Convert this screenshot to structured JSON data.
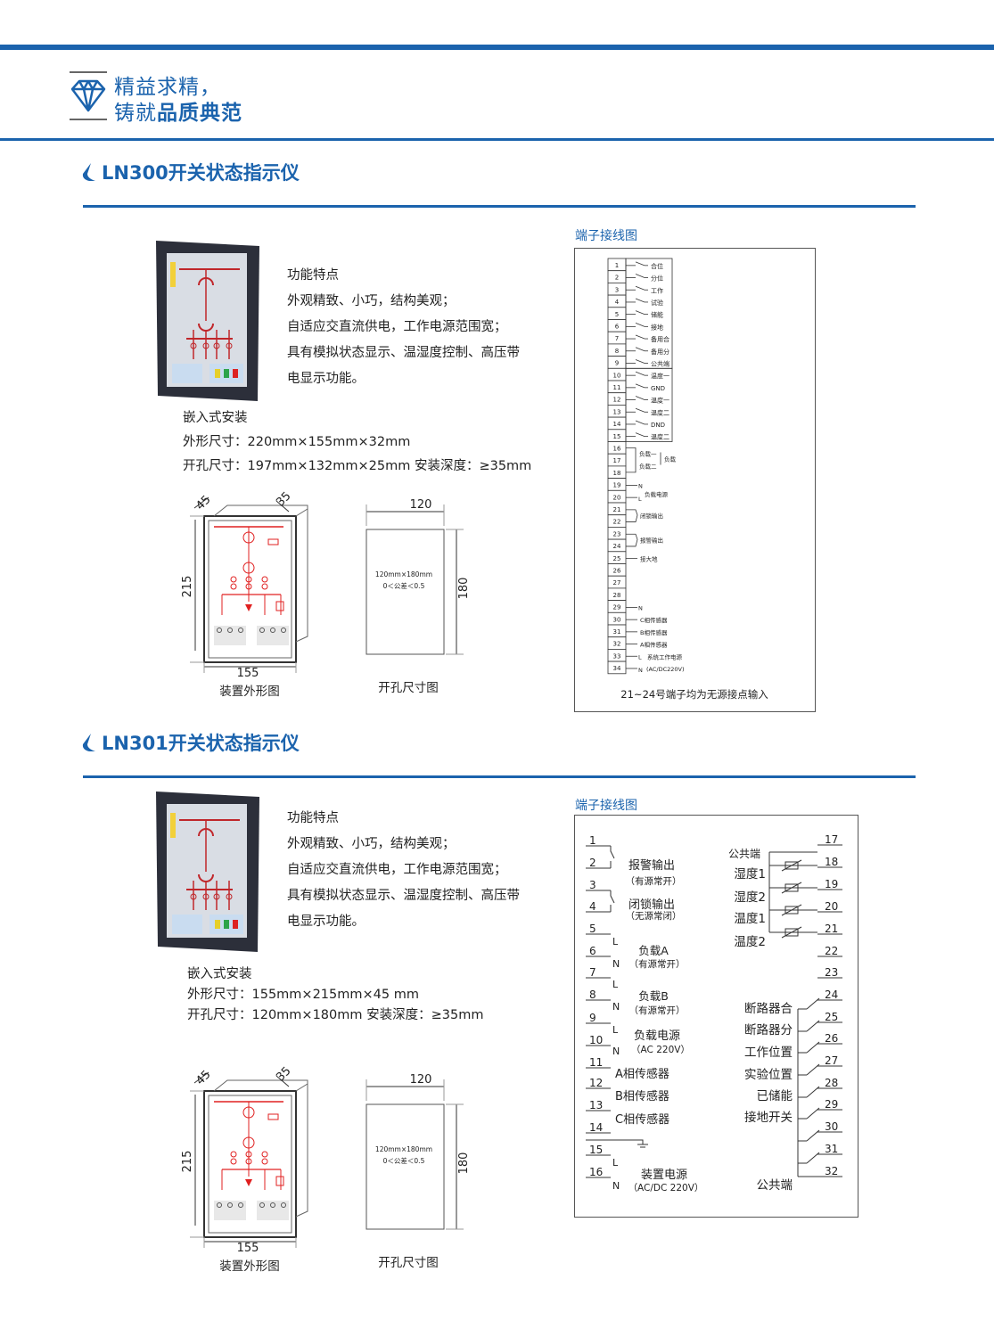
{
  "colors": {
    "brand": "#1b63ad",
    "accent_red": "#e02020"
  },
  "header": {
    "slogan_line1": "精益求精，",
    "slogan_line2_regular": "铸就",
    "slogan_line2_bold": "品质典范",
    "logo_icon": "diamond-icon"
  },
  "ln300": {
    "title": "LN300开关状态指示仪",
    "features": [
      "功能特点",
      "外观精致、小巧，结构美观；",
      "自适应交直流供电，工作电源范围宽；",
      "具有模拟状态显示、温湿度控制、高压带",
      "电显示功能。"
    ],
    "install": [
      "嵌入式安装",
      "外形尺寸：220mm×155mm×32mm",
      "开孔尺寸：197mm×132mm×25mm  安装深度：≥35mm"
    ],
    "outline": {
      "depth_front": "45",
      "depth_back": "35",
      "height": "215",
      "width": "155",
      "caption": "装置外形图"
    },
    "cutout": {
      "width": "120",
      "height": "180",
      "size_text": "120mm×180mm",
      "tolerance": "0＜公差＜0.5",
      "caption": "开孔尺寸图"
    },
    "wiring": {
      "title": "端子接线图",
      "note": "21~24号端子均为无源接点输入",
      "terminals": [
        "1",
        "2",
        "3",
        "4",
        "5",
        "6",
        "7",
        "8",
        "9",
        "10",
        "11",
        "12",
        "13",
        "14",
        "15",
        "16",
        "17",
        "18",
        "19",
        "20",
        "21",
        "22",
        "23",
        "24",
        "25",
        "26",
        "27",
        "28",
        "29",
        "30",
        "31",
        "32",
        "33",
        "34"
      ],
      "switch_labels": [
        "合位",
        "分位",
        "工作",
        "试验",
        "储能",
        "接地",
        "备用合",
        "备用分",
        "公共端",
        "温度一",
        "GND",
        "温度一",
        "温度二",
        "DND",
        "温度二"
      ],
      "load_labels": [
        "负载一",
        "负载二"
      ],
      "load_side": "负载",
      "l19": "N",
      "l20": "L",
      "l20_text": "负载电源",
      "lock_out": "闭锁输出",
      "alarm_out": "报警输出",
      "earth": "接大地",
      "l29": "N",
      "l30": "C相传感器",
      "l31": "B相传感器",
      "l32": "A相传感器",
      "l33": "L",
      "l33_text": "系统工作电源",
      "l34": "N",
      "l34_text": "(AC/DC220V)"
    }
  },
  "ln301": {
    "title": "LN301开关状态指示仪",
    "features": [
      "功能特点",
      "外观精致、小巧，结构美观；",
      "自适应交直流供电，工作电源范围宽；",
      "具有模拟状态显示、温湿度控制、高压带",
      "电显示功能。"
    ],
    "install": [
      "嵌入式安装",
      "外形尺寸：155mm×215mm×45 mm",
      "开孔尺寸：120mm×180mm      安装深度：≥35mm"
    ],
    "outline": {
      "depth_front": "45",
      "depth_back": "35",
      "height": "215",
      "width": "155",
      "caption": "装置外形图"
    },
    "cutout": {
      "width": "120",
      "height": "180",
      "size_text": "120mm×180mm",
      "tolerance": "0＜公差＜0.5",
      "caption": "开孔尺寸图"
    },
    "wiring": {
      "title": "端子接线图",
      "left_terminals": [
        "1",
        "2",
        "3",
        "4",
        "5",
        "6",
        "7",
        "8",
        "9",
        "10",
        "11",
        "12",
        "13",
        "14",
        "15",
        "16"
      ],
      "right_terminals": [
        "17",
        "18",
        "19",
        "20",
        "21",
        "22",
        "23",
        "24",
        "25",
        "26",
        "27",
        "28",
        "29",
        "30",
        "31",
        "32"
      ],
      "left_labels": [
        "报警输出",
        "（有源常开）",
        "闭锁输出",
        "（无源常闭）",
        "L",
        "N",
        "负载A",
        "（有源常开）",
        "L",
        "N",
        "负载B",
        "（有源常开）",
        "L",
        "N",
        "负载电源",
        "（AC 220V）",
        "A相传感器",
        "B相传感器",
        "C相传感器",
        "L",
        "N",
        "装置电源",
        "（AC/DC 220V）"
      ],
      "right_labels": [
        "公共端",
        "湿度1",
        "湿度2",
        "温度1",
        "温度2",
        "断路器合",
        "断路器分",
        "工作位置",
        "实验位置",
        "已储能",
        "接地开关",
        "公共端"
      ]
    }
  }
}
